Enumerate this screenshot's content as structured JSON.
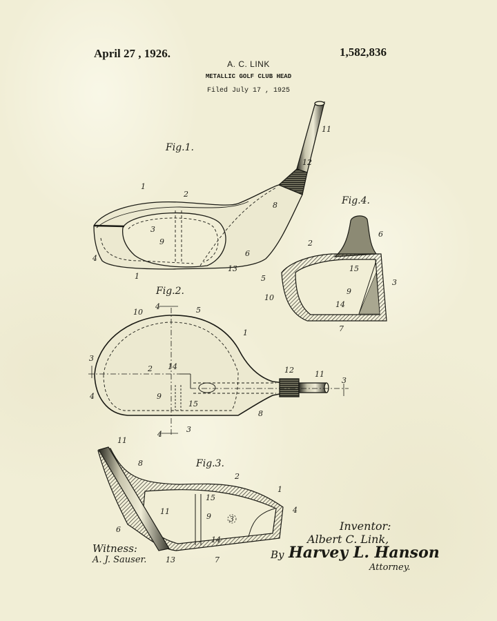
{
  "header": {
    "date": "April 27 , 1926.",
    "patent_number": "1,582,836",
    "inventor_short": "A. C. LINK",
    "title": "METALLIC GOLF CLUB HEAD",
    "filed": "Filed July 17 , 1925"
  },
  "figures": {
    "fig1": {
      "label": "Fig.1.",
      "refs": [
        "1",
        "2",
        "3",
        "9",
        "4",
        "1",
        "6",
        "13",
        "8",
        "12",
        "11"
      ]
    },
    "fig2": {
      "label": "Fig.2.",
      "refs": [
        "4",
        "10",
        "5",
        "1",
        "3",
        "2",
        "14",
        "9",
        "15",
        "12",
        "11",
        "3",
        "8",
        "3",
        "4",
        "4"
      ]
    },
    "fig3": {
      "label": "Fig.3.",
      "refs": [
        "11",
        "8",
        "2",
        "1",
        "15",
        "9",
        "3",
        "4",
        "11",
        "6",
        "14",
        "13",
        "7"
      ]
    },
    "fig4": {
      "label": "Fig.4.",
      "refs": [
        "6",
        "2",
        "15",
        "5",
        "3",
        "9",
        "10",
        "14",
        "7"
      ]
    }
  },
  "signatures": {
    "witness_label": "Witness:",
    "witness_name": "A. J. Sauser.",
    "inventor_label": "Inventor:",
    "inventor_name": "Albert C. Link,",
    "by_label": "By",
    "attorney_name": "Harvey L. Hanson",
    "attorney_label": "Attorney."
  },
  "colors": {
    "paper": "#f1eed6",
    "ink": "#1a1a14"
  }
}
